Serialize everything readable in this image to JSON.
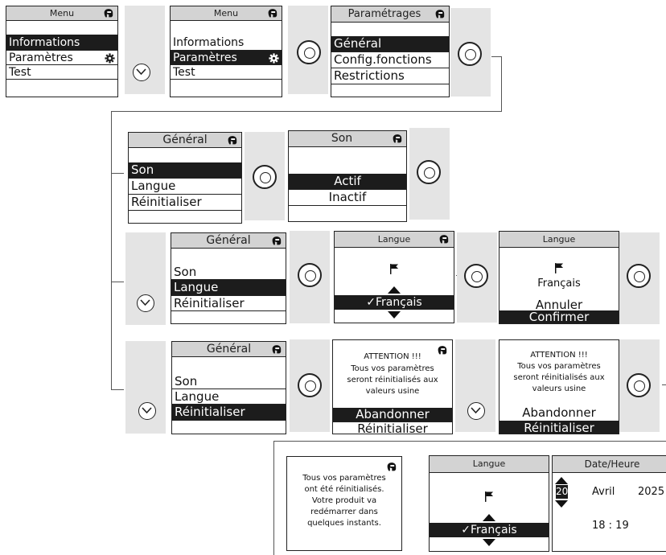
{
  "screens": {
    "s1": {
      "title": "Menu",
      "items": [
        "Informations",
        "Paramètres",
        "Test"
      ]
    },
    "s2": {
      "title": "Menu",
      "items": [
        "Informations",
        "Paramètres",
        "Test"
      ]
    },
    "s3": {
      "title": "Paramétrages",
      "items": [
        "Général",
        "Config.fonctions",
        "Restrictions"
      ]
    },
    "s4": {
      "title": "Général",
      "items": [
        "Son",
        "Langue",
        "Réinitialiser"
      ]
    },
    "s5": {
      "title": "Son",
      "items": [
        "Actif",
        "Inactif"
      ]
    },
    "s6": {
      "title": "Général",
      "items": [
        "Son",
        "Langue",
        "Réinitialiser"
      ]
    },
    "s7": {
      "title": "Langue",
      "value": "✓Français"
    },
    "s8": {
      "title": "Langue",
      "language": "Français",
      "options": [
        "Annuler",
        "Confirmer"
      ]
    },
    "s9": {
      "title": "Général",
      "items": [
        "Son",
        "Langue",
        "Réinitialiser"
      ]
    },
    "s10": {
      "lines": [
        "ATTENTION !!!",
        "Tous vos paramètres",
        "seront réinitialisés aux",
        "valeurs usine"
      ],
      "options": [
        "Abandonner",
        "Réinitialiser"
      ]
    },
    "s11": {
      "lines": [
        "ATTENTION !!!",
        "Tous vos paramètres",
        "seront réinitialisés aux",
        "valeurs usine"
      ],
      "options": [
        "Abandonner",
        "Réinitialiser"
      ]
    },
    "s12": {
      "lines": [
        "Tous vos paramètres",
        "ont été réinitialisés.",
        "Votre produit va",
        "redémarrer dans",
        "quelques instants."
      ]
    },
    "s13": {
      "title": "Langue",
      "value": "✓Français"
    },
    "s14": {
      "title": "Date/Heure",
      "day": "20",
      "month": "Avril",
      "year": "2025",
      "time": "18 : 19"
    }
  },
  "icons": {
    "header": "helmet-icon",
    "gear": "gear-icon",
    "flag": "flag-icon",
    "ok": "ok-button-icon",
    "down": "chevron-down-button-icon"
  },
  "colors": {
    "selected": "#1c1c1c",
    "header": "#d3d3d3",
    "panel": "#e4e4e4"
  }
}
